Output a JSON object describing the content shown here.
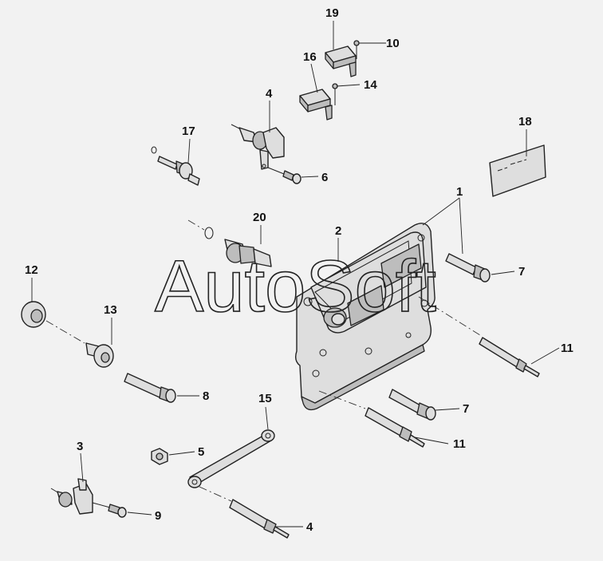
{
  "diagram": {
    "watermark": "AutoSoft",
    "callouts": [
      {
        "id": "c1",
        "label": "1"
      },
      {
        "id": "c2",
        "label": "2"
      },
      {
        "id": "c3",
        "label": "3"
      },
      {
        "id": "c4a",
        "label": "4"
      },
      {
        "id": "c4b",
        "label": "4"
      },
      {
        "id": "c5",
        "label": "5"
      },
      {
        "id": "c6",
        "label": "6"
      },
      {
        "id": "c7a",
        "label": "7"
      },
      {
        "id": "c7b",
        "label": "7"
      },
      {
        "id": "c8",
        "label": "8"
      },
      {
        "id": "c9",
        "label": "9"
      },
      {
        "id": "c10",
        "label": "10"
      },
      {
        "id": "c11a",
        "label": "11"
      },
      {
        "id": "c11b",
        "label": "11"
      },
      {
        "id": "c12",
        "label": "12"
      },
      {
        "id": "c13",
        "label": "13"
      },
      {
        "id": "c14",
        "label": "14"
      },
      {
        "id": "c15",
        "label": "15"
      },
      {
        "id": "c16",
        "label": "16"
      },
      {
        "id": "c17",
        "label": "17"
      },
      {
        "id": "c18",
        "label": "18"
      },
      {
        "id": "c19",
        "label": "19"
      },
      {
        "id": "c20",
        "label": "20"
      }
    ]
  }
}
